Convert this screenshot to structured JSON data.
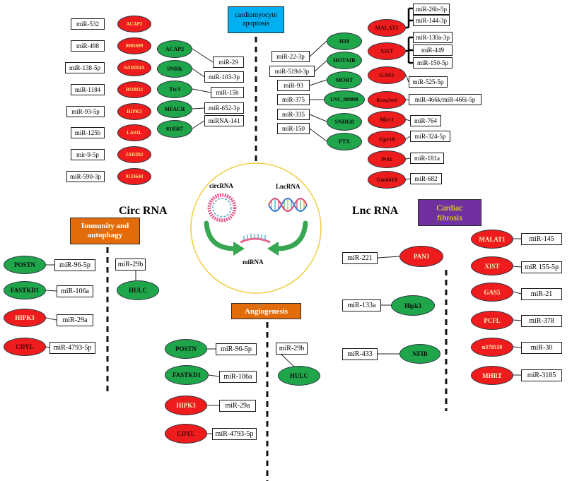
{
  "colors": {
    "red_node": "#ee1c1c",
    "green_node": "#1fa64b",
    "apoptosis_heading": "#00b0f0",
    "orange_heading": "#e36c0a",
    "purple_heading": "#7030a0",
    "fibrosis_text": "#ffff00",
    "center_circle": "#f2cf4a",
    "arrow": "#37a652"
  },
  "headings": {
    "cardiomyocyte_apoptosis": [
      "cardiomyocyte",
      "apoptosis"
    ],
    "immunity_autophagy": [
      "Immunity and",
      "autophagy"
    ],
    "cardiac_fibrosis": [
      "Cardiac",
      "fibrosis"
    ],
    "angiogenesis": "Angiogenesis"
  },
  "section_labels": {
    "circ_rna": "Circ RNA",
    "lnc_rna": "Lnc RNA"
  },
  "center": {
    "circrna": "circRNA",
    "lncrna": "LncRNA",
    "mirna": "miRNA"
  },
  "apoptosis": {
    "circ_left": [
      {
        "mirna": "miR-532",
        "circrna": "ACAP2"
      },
      {
        "mirna": "miR-498",
        "circrna": "0005699"
      },
      {
        "mirna": "miR-138-5p",
        "circrna": "SAMD4A"
      },
      {
        "mirna": "miR-1184",
        "circrna": "ROBO2"
      },
      {
        "mirna": "miR-93-5p",
        "circrna": "HIPK3"
      },
      {
        "mirna": "miR-125b",
        "circrna": "LAS1L"
      },
      {
        "mirna": "mir-9-5p",
        "circrna": "JARID2"
      },
      {
        "mirna": "miR-590-3p",
        "circrna": "0124644"
      }
    ],
    "circ_mid": [
      {
        "circrna": "ACAP2",
        "mirna": "miR-29"
      },
      {
        "circrna": "SNRK",
        "mirna": "miR-103-3p"
      },
      {
        "circrna": "Ttc3",
        "mirna": "miR-15b"
      },
      {
        "circrna": "MFACR",
        "mirna": "miR-652-3p"
      },
      {
        "circrna": "010567",
        "mirna": "miRNA-141"
      }
    ],
    "lnc_mid": [
      {
        "mirna": "miR-22-3p",
        "lncrna": "H19"
      },
      {
        "mirna": "miR-519d-3p",
        "lncrna": "HOTAIR"
      },
      {
        "mirna": "miR-93",
        "lncrna": "MORT"
      },
      {
        "mirna": "miR-375",
        "lncrna": "LNC_000898"
      },
      {
        "mirna": "miR-335",
        "lncrna": "SNHG8"
      },
      {
        "mirna": "miR-150",
        "lncrna": "FTX"
      }
    ],
    "lnc_right": [
      {
        "lncrna": "MALAT1",
        "mirnas": [
          "miR-26b-5p",
          "miR-144-3p"
        ]
      },
      {
        "lncrna": "XIST",
        "mirnas": [
          "miR-130a-3p",
          "miR-449",
          "miR-150-5p"
        ]
      },
      {
        "lncrna": "GAS5",
        "mirnas": [
          "miR-525-5p"
        ]
      },
      {
        "lncrna": "Kcnq1ot1",
        "mirnas": [
          "miR-466k/miR-466i-5p"
        ]
      },
      {
        "lncrna": "Mirt1",
        "mirnas": [
          "miR-764"
        ]
      },
      {
        "lncrna": "Gpr19",
        "mirnas": [
          "miR-324-5p"
        ]
      },
      {
        "lncrna": "Pvt1",
        "mirnas": [
          "miR-181a"
        ]
      },
      {
        "lncrna": "Gm4419",
        "mirnas": [
          "miR-682"
        ]
      }
    ]
  },
  "immunity": {
    "pairs": [
      {
        "circrna": "POSTN",
        "mirna": "miR-96-5p"
      },
      {
        "circrna": "FASTKD1",
        "mirna": "miR-106a"
      },
      {
        "circrna": "HIPK3",
        "mirna": "miR-29a"
      },
      {
        "circrna": "CDYL",
        "mirna": "miR-4793-5p"
      }
    ],
    "hulc": {
      "mirna": "miR-29b",
      "lncrna": "HULC"
    }
  },
  "angiogenesis": {
    "pairs": [
      {
        "circrna": "POSTN",
        "mirna": "miR-96-5p"
      },
      {
        "circrna": "FASTKD1",
        "mirna": "miR-106a"
      },
      {
        "circrna": "HIPK3",
        "mirna": "miR-29a"
      },
      {
        "circrna": "CDYL",
        "mirna": "miR-4793-5p"
      }
    ],
    "hulc": {
      "mirna": "miR-29b",
      "lncrna": "HULC"
    }
  },
  "lnc_other": [
    {
      "mirna": "miR-221",
      "lncrna": "PAN3"
    },
    {
      "mirna": "miR-133a",
      "lncrna": "Hipk3"
    },
    {
      "mirna": "miR-433",
      "lncrna": "NFIB"
    }
  ],
  "fibrosis": [
    {
      "lncrna": "MALAT1",
      "mirna": "miR-145"
    },
    {
      "lncrna": "XIST",
      "mirna": "miR 155-5p"
    },
    {
      "lncrna": "GAS5",
      "mirna": "miR-21"
    },
    {
      "lncrna": "PCFL",
      "mirna": "miR-378"
    },
    {
      "lncrna": "n379519",
      "mirna": "miR-30"
    },
    {
      "lncrna": "MHRT",
      "mirna": "miR-3185"
    }
  ]
}
